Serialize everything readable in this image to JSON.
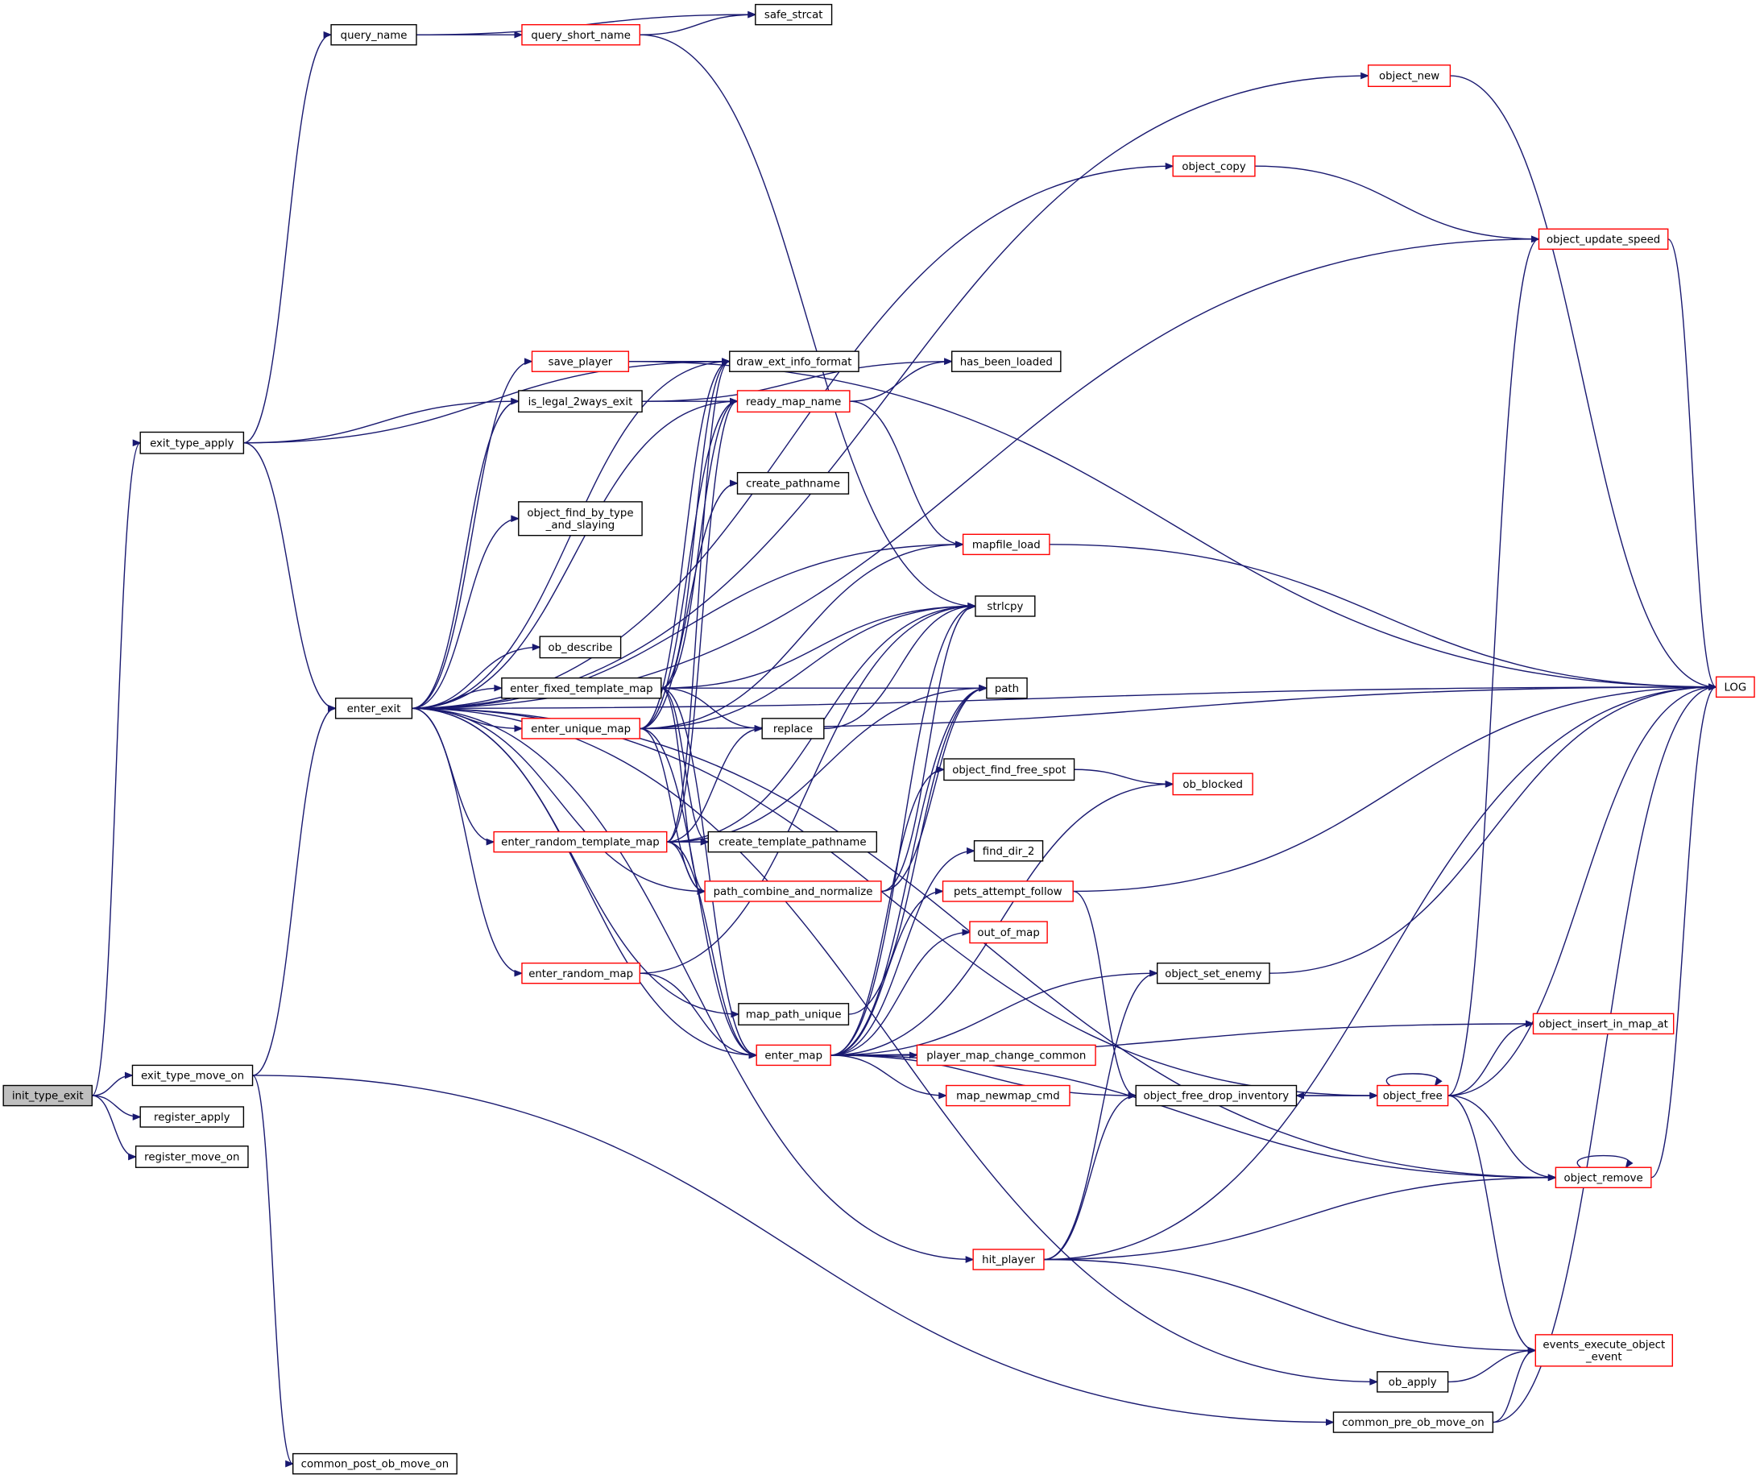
{
  "diagram": {
    "colors": {
      "edge": "#191970",
      "box_border_default": "#000000",
      "box_border_truncated": "#ff0000",
      "root_fill": "#bfbfbf",
      "node_fill": "#ffffff"
    },
    "nodes": [
      {
        "id": "init_type_exit",
        "lines": [
          "init_type_exit"
        ],
        "style": "root"
      },
      {
        "id": "exit_type_apply",
        "lines": [
          "exit_type_apply"
        ],
        "style": "black"
      },
      {
        "id": "exit_type_move_on",
        "lines": [
          "exit_type_move_on"
        ],
        "style": "black"
      },
      {
        "id": "register_apply",
        "lines": [
          "register_apply"
        ],
        "style": "black"
      },
      {
        "id": "register_move_on",
        "lines": [
          "register_move_on"
        ],
        "style": "black"
      },
      {
        "id": "query_name",
        "lines": [
          "query_name"
        ],
        "style": "black"
      },
      {
        "id": "query_short_name",
        "lines": [
          "query_short_name"
        ],
        "style": "red"
      },
      {
        "id": "safe_strcat",
        "lines": [
          "safe_strcat"
        ],
        "style": "black"
      },
      {
        "id": "enter_exit",
        "lines": [
          "enter_exit"
        ],
        "style": "black"
      },
      {
        "id": "is_legal_2ways_exit",
        "lines": [
          "is_legal_2ways_exit"
        ],
        "style": "black"
      },
      {
        "id": "save_player",
        "lines": [
          "save_player"
        ],
        "style": "red"
      },
      {
        "id": "object_find_by_type_and_slaying",
        "lines": [
          "object_find_by_type",
          "_and_slaying"
        ],
        "style": "black"
      },
      {
        "id": "ob_describe",
        "lines": [
          "ob_describe"
        ],
        "style": "black"
      },
      {
        "id": "enter_fixed_template_map",
        "lines": [
          "enter_fixed_template_map"
        ],
        "style": "black"
      },
      {
        "id": "enter_unique_map",
        "lines": [
          "enter_unique_map"
        ],
        "style": "red"
      },
      {
        "id": "enter_random_template_map",
        "lines": [
          "enter_random_template_map"
        ],
        "style": "red"
      },
      {
        "id": "enter_random_map",
        "lines": [
          "enter_random_map"
        ],
        "style": "red"
      },
      {
        "id": "common_post_ob_move_on",
        "lines": [
          "common_post_ob_move_on"
        ],
        "style": "black"
      },
      {
        "id": "draw_ext_info_format",
        "lines": [
          "draw_ext_info_format"
        ],
        "style": "black"
      },
      {
        "id": "ready_map_name",
        "lines": [
          "ready_map_name"
        ],
        "style": "red"
      },
      {
        "id": "create_pathname",
        "lines": [
          "create_pathname"
        ],
        "style": "black"
      },
      {
        "id": "replace",
        "lines": [
          "replace"
        ],
        "style": "black"
      },
      {
        "id": "create_template_pathname",
        "lines": [
          "create_template_pathname"
        ],
        "style": "black"
      },
      {
        "id": "path_combine_and_normalize",
        "lines": [
          "path_combine_and_normalize"
        ],
        "style": "red"
      },
      {
        "id": "map_path_unique",
        "lines": [
          "map_path_unique"
        ],
        "style": "black"
      },
      {
        "id": "enter_map",
        "lines": [
          "enter_map"
        ],
        "style": "red"
      },
      {
        "id": "has_been_loaded",
        "lines": [
          "has_been_loaded"
        ],
        "style": "black"
      },
      {
        "id": "mapfile_load",
        "lines": [
          "mapfile_load"
        ],
        "style": "red"
      },
      {
        "id": "strlcpy",
        "lines": [
          "strlcpy"
        ],
        "style": "black"
      },
      {
        "id": "path",
        "lines": [
          "path"
        ],
        "style": "black"
      },
      {
        "id": "object_find_free_spot",
        "lines": [
          "object_find_free_spot"
        ],
        "style": "black"
      },
      {
        "id": "find_dir_2",
        "lines": [
          "find_dir_2"
        ],
        "style": "black"
      },
      {
        "id": "pets_attempt_follow",
        "lines": [
          "pets_attempt_follow"
        ],
        "style": "red"
      },
      {
        "id": "out_of_map",
        "lines": [
          "out_of_map"
        ],
        "style": "red"
      },
      {
        "id": "player_map_change_common",
        "lines": [
          "player_map_change_common"
        ],
        "style": "red"
      },
      {
        "id": "map_newmap_cmd",
        "lines": [
          "map_newmap_cmd"
        ],
        "style": "red"
      },
      {
        "id": "hit_player",
        "lines": [
          "hit_player"
        ],
        "style": "red"
      },
      {
        "id": "object_new",
        "lines": [
          "object_new"
        ],
        "style": "red"
      },
      {
        "id": "object_copy",
        "lines": [
          "object_copy"
        ],
        "style": "red"
      },
      {
        "id": "ob_blocked",
        "lines": [
          "ob_blocked"
        ],
        "style": "red"
      },
      {
        "id": "object_set_enemy",
        "lines": [
          "object_set_enemy"
        ],
        "style": "black"
      },
      {
        "id": "object_free_drop_inventory",
        "lines": [
          "object_free_drop_inventory"
        ],
        "style": "black"
      },
      {
        "id": "ob_apply",
        "lines": [
          "ob_apply"
        ],
        "style": "black"
      },
      {
        "id": "common_pre_ob_move_on",
        "lines": [
          "common_pre_ob_move_on"
        ],
        "style": "black"
      },
      {
        "id": "object_update_speed",
        "lines": [
          "object_update_speed"
        ],
        "style": "red"
      },
      {
        "id": "object_insert_in_map_at",
        "lines": [
          "object_insert_in_map_at"
        ],
        "style": "red"
      },
      {
        "id": "object_free",
        "lines": [
          "object_free"
        ],
        "style": "red"
      },
      {
        "id": "object_remove",
        "lines": [
          "object_remove"
        ],
        "style": "red"
      },
      {
        "id": "events_execute_object_event",
        "lines": [
          "events_execute_object",
          "_event"
        ],
        "style": "red"
      },
      {
        "id": "LOG",
        "lines": [
          "LOG"
        ],
        "style": "red"
      }
    ],
    "edges": [
      [
        "init_type_exit",
        "exit_type_apply"
      ],
      [
        "init_type_exit",
        "exit_type_move_on"
      ],
      [
        "init_type_exit",
        "register_apply"
      ],
      [
        "init_type_exit",
        "register_move_on"
      ],
      [
        "exit_type_apply",
        "query_name"
      ],
      [
        "exit_type_apply",
        "enter_exit"
      ],
      [
        "exit_type_apply",
        "is_legal_2ways_exit"
      ],
      [
        "exit_type_apply",
        "draw_ext_info_format"
      ],
      [
        "exit_type_move_on",
        "enter_exit"
      ],
      [
        "exit_type_move_on",
        "common_post_ob_move_on"
      ],
      [
        "exit_type_move_on",
        "common_pre_ob_move_on"
      ],
      [
        "query_name",
        "safe_strcat"
      ],
      [
        "query_name",
        "query_short_name"
      ],
      [
        "query_short_name",
        "safe_strcat"
      ],
      [
        "query_short_name",
        "strlcpy"
      ],
      [
        "enter_exit",
        "object_new"
      ],
      [
        "enter_exit",
        "LOG"
      ],
      [
        "enter_exit",
        "object_copy"
      ],
      [
        "enter_exit",
        "object_update_speed"
      ],
      [
        "enter_exit",
        "save_player"
      ],
      [
        "enter_exit",
        "is_legal_2ways_exit"
      ],
      [
        "enter_exit",
        "draw_ext_info_format"
      ],
      [
        "enter_exit",
        "ready_map_name"
      ],
      [
        "enter_exit",
        "object_find_by_type_and_slaying"
      ],
      [
        "enter_exit",
        "mapfile_load"
      ],
      [
        "enter_exit",
        "ob_describe"
      ],
      [
        "enter_exit",
        "enter_fixed_template_map"
      ],
      [
        "enter_exit",
        "enter_unique_map"
      ],
      [
        "enter_exit",
        "enter_random_template_map"
      ],
      [
        "enter_exit",
        "path_combine_and_normalize"
      ],
      [
        "enter_exit",
        "enter_random_map"
      ],
      [
        "enter_exit",
        "map_path_unique"
      ],
      [
        "enter_exit",
        "enter_map"
      ],
      [
        "enter_exit",
        "object_free"
      ],
      [
        "enter_exit",
        "hit_player"
      ],
      [
        "enter_exit",
        "object_remove"
      ],
      [
        "enter_exit",
        "ob_apply"
      ],
      [
        "save_player",
        "draw_ext_info_format"
      ],
      [
        "save_player",
        "LOG"
      ],
      [
        "is_legal_2ways_exit",
        "ready_map_name"
      ],
      [
        "is_legal_2ways_exit",
        "has_been_loaded"
      ],
      [
        "enter_fixed_template_map",
        "strlcpy"
      ],
      [
        "enter_fixed_template_map",
        "path"
      ],
      [
        "enter_fixed_template_map",
        "replace"
      ],
      [
        "enter_fixed_template_map",
        "create_template_pathname"
      ],
      [
        "enter_fixed_template_map",
        "path_combine_and_normalize"
      ],
      [
        "enter_fixed_template_map",
        "ready_map_name"
      ],
      [
        "enter_fixed_template_map",
        "draw_ext_info_format"
      ],
      [
        "enter_fixed_template_map",
        "enter_map"
      ],
      [
        "enter_unique_map",
        "strlcpy"
      ],
      [
        "enter_unique_map",
        "LOG"
      ],
      [
        "enter_unique_map",
        "ready_map_name"
      ],
      [
        "enter_unique_map",
        "draw_ext_info_format"
      ],
      [
        "enter_unique_map",
        "path_combine_and_normalize"
      ],
      [
        "enter_unique_map",
        "create_pathname"
      ],
      [
        "enter_unique_map",
        "mapfile_load"
      ],
      [
        "enter_unique_map",
        "enter_map"
      ],
      [
        "enter_random_template_map",
        "replace"
      ],
      [
        "enter_random_template_map",
        "create_template_pathname"
      ],
      [
        "enter_random_template_map",
        "path_combine_and_normalize"
      ],
      [
        "enter_random_template_map",
        "ready_map_name"
      ],
      [
        "enter_random_template_map",
        "draw_ext_info_format"
      ],
      [
        "enter_random_template_map",
        "strlcpy"
      ],
      [
        "enter_random_template_map",
        "path"
      ],
      [
        "enter_random_template_map",
        "enter_map"
      ],
      [
        "enter_random_map",
        "strlcpy"
      ],
      [
        "enter_random_map",
        "enter_map"
      ],
      [
        "replace",
        "strlcpy"
      ],
      [
        "path_combine_and_normalize",
        "path"
      ],
      [
        "path_combine_and_normalize",
        "strlcpy"
      ],
      [
        "map_path_unique",
        "path"
      ],
      [
        "ready_map_name",
        "has_been_loaded"
      ],
      [
        "ready_map_name",
        "mapfile_load"
      ],
      [
        "mapfile_load",
        "LOG"
      ],
      [
        "enter_map",
        "strlcpy"
      ],
      [
        "enter_map",
        "path"
      ],
      [
        "enter_map",
        "object_find_free_spot"
      ],
      [
        "enter_map",
        "ob_blocked"
      ],
      [
        "enter_map",
        "find_dir_2"
      ],
      [
        "enter_map",
        "pets_attempt_follow"
      ],
      [
        "enter_map",
        "out_of_map"
      ],
      [
        "enter_map",
        "object_set_enemy"
      ],
      [
        "enter_map",
        "object_insert_in_map_at"
      ],
      [
        "enter_map",
        "player_map_change_common"
      ],
      [
        "enter_map",
        "map_newmap_cmd"
      ],
      [
        "enter_map",
        "object_free_drop_inventory"
      ],
      [
        "enter_map",
        "object_remove"
      ],
      [
        "object_find_free_spot",
        "ob_blocked"
      ],
      [
        "pets_attempt_follow",
        "LOG"
      ],
      [
        "pets_attempt_follow",
        "object_free_drop_inventory"
      ],
      [
        "object_set_enemy",
        "LOG"
      ],
      [
        "object_free_drop_inventory",
        "object_free"
      ],
      [
        "hit_player",
        "object_set_enemy"
      ],
      [
        "hit_player",
        "object_free_drop_inventory"
      ],
      [
        "hit_player",
        "object_remove"
      ],
      [
        "hit_player",
        "LOG"
      ],
      [
        "hit_player",
        "events_execute_object_event"
      ],
      [
        "object_new",
        "LOG"
      ],
      [
        "object_copy",
        "object_update_speed"
      ],
      [
        "object_update_speed",
        "LOG"
      ],
      [
        "object_free",
        "object_free"
      ],
      [
        "object_free",
        "object_free_drop_inventory"
      ],
      [
        "object_free",
        "object_update_speed"
      ],
      [
        "object_free",
        "object_insert_in_map_at"
      ],
      [
        "object_free",
        "LOG"
      ],
      [
        "object_free",
        "object_remove"
      ],
      [
        "object_free",
        "events_execute_object_event"
      ],
      [
        "object_remove",
        "object_remove"
      ],
      [
        "object_remove",
        "LOG"
      ],
      [
        "ob_apply",
        "events_execute_object_event"
      ],
      [
        "common_pre_ob_move_on",
        "events_execute_object_event"
      ],
      [
        "common_pre_ob_move_on",
        "LOG"
      ]
    ]
  }
}
